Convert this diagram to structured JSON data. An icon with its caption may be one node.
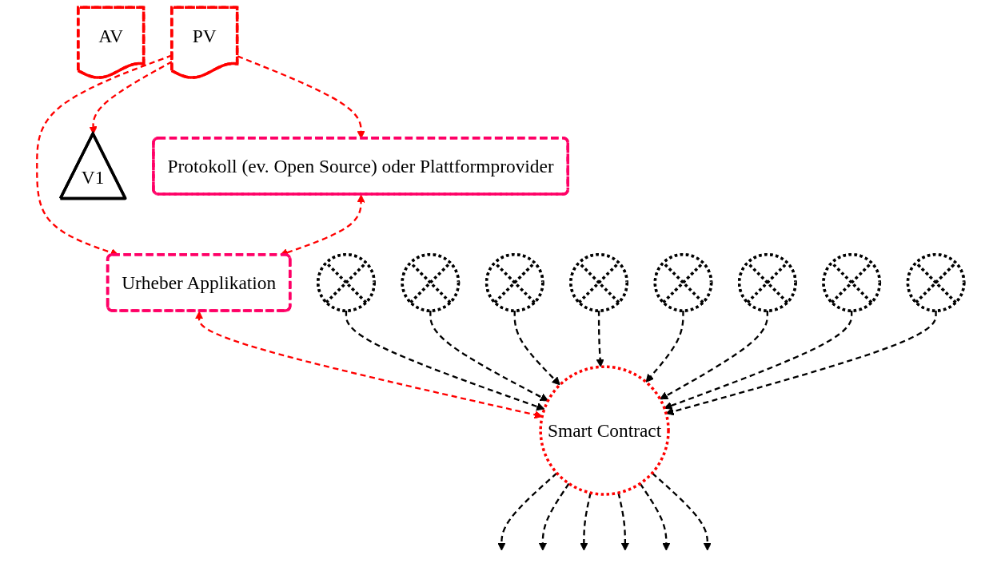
{
  "diagram": {
    "nodes": [
      {
        "text": [
          "PV"
        ]
      },
      {
        "text": [
          "Protokoll (ev. Open Source) oder Plattformprovider"
        ]
      },
      {
        "text": [
          "AV"
        ]
      },
      {
        "text": [
          "Urheber Applikation"
        ]
      },
      {
        "text": [
          "V1"
        ]
      },
      {
        "text": [
          "Smart Contract"
        ]
      },
      {
        "text": [],
        "shape": "circle"
      },
      {
        "text": [],
        "shape": "circle"
      },
      {
        "text": [],
        "shape": "circle"
      },
      {
        "text": [],
        "shape": "circle"
      },
      {
        "text": [],
        "shape": "circle"
      },
      {
        "text": [],
        "shape": "circle"
      },
      {
        "text": [],
        "shape": "circle"
      },
      {
        "text": [],
        "shape": "circle"
      }
    ],
    "edges": [
      {
        "from": 0,
        "to": 1,
        "arrow": "to",
        "style": "dashed",
        "color": "#ff0000"
      },
      {
        "from": 0,
        "to": 3,
        "arrow": "to",
        "style": "dashed",
        "color": "#ff0000"
      },
      {
        "from": 0,
        "to": 4,
        "arrow": "to",
        "style": "dashed",
        "color": "#ff0000"
      },
      {
        "from": 1,
        "to": 3,
        "arrow": "both",
        "style": "dashed",
        "color": "#ff0000"
      },
      {
        "from": 3,
        "to": 5,
        "arrow": "both",
        "style": "dashed",
        "color": "#ff0000"
      },
      {
        "from": 6,
        "to": 5,
        "arrow": "to",
        "style": "dashed"
      },
      {
        "from": 7,
        "to": 5,
        "arrow": "to",
        "style": "dashed"
      },
      {
        "from": 8,
        "to": 5,
        "arrow": "to",
        "style": "dashed"
      },
      {
        "from": 9,
        "to": 5,
        "arrow": "to",
        "style": "dashed"
      },
      {
        "from": 10,
        "to": 5,
        "arrow": "to",
        "style": "dashed"
      },
      {
        "from": 11,
        "to": 5,
        "arrow": "to",
        "style": "dashed"
      },
      {
        "from": 12,
        "to": 5,
        "arrow": "to",
        "style": "dashed"
      },
      {
        "from": 13,
        "to": 5,
        "arrow": "to",
        "style": "dashed"
      },
      {
        "from": 5,
        "to": null,
        "arrow": "to",
        "style": "dashed"
      },
      {
        "from": 5,
        "to": null,
        "arrow": "to",
        "style": "dashed"
      },
      {
        "from": 5,
        "to": null,
        "arrow": "to",
        "style": "dashed"
      },
      {
        "from": 5,
        "to": null,
        "arrow": "to",
        "style": "dashed"
      },
      {
        "from": 5,
        "to": null,
        "arrow": "to",
        "style": "dashed"
      },
      {
        "from": 5,
        "to": null,
        "arrow": "to",
        "style": "dashed"
      }
    ]
  }
}
